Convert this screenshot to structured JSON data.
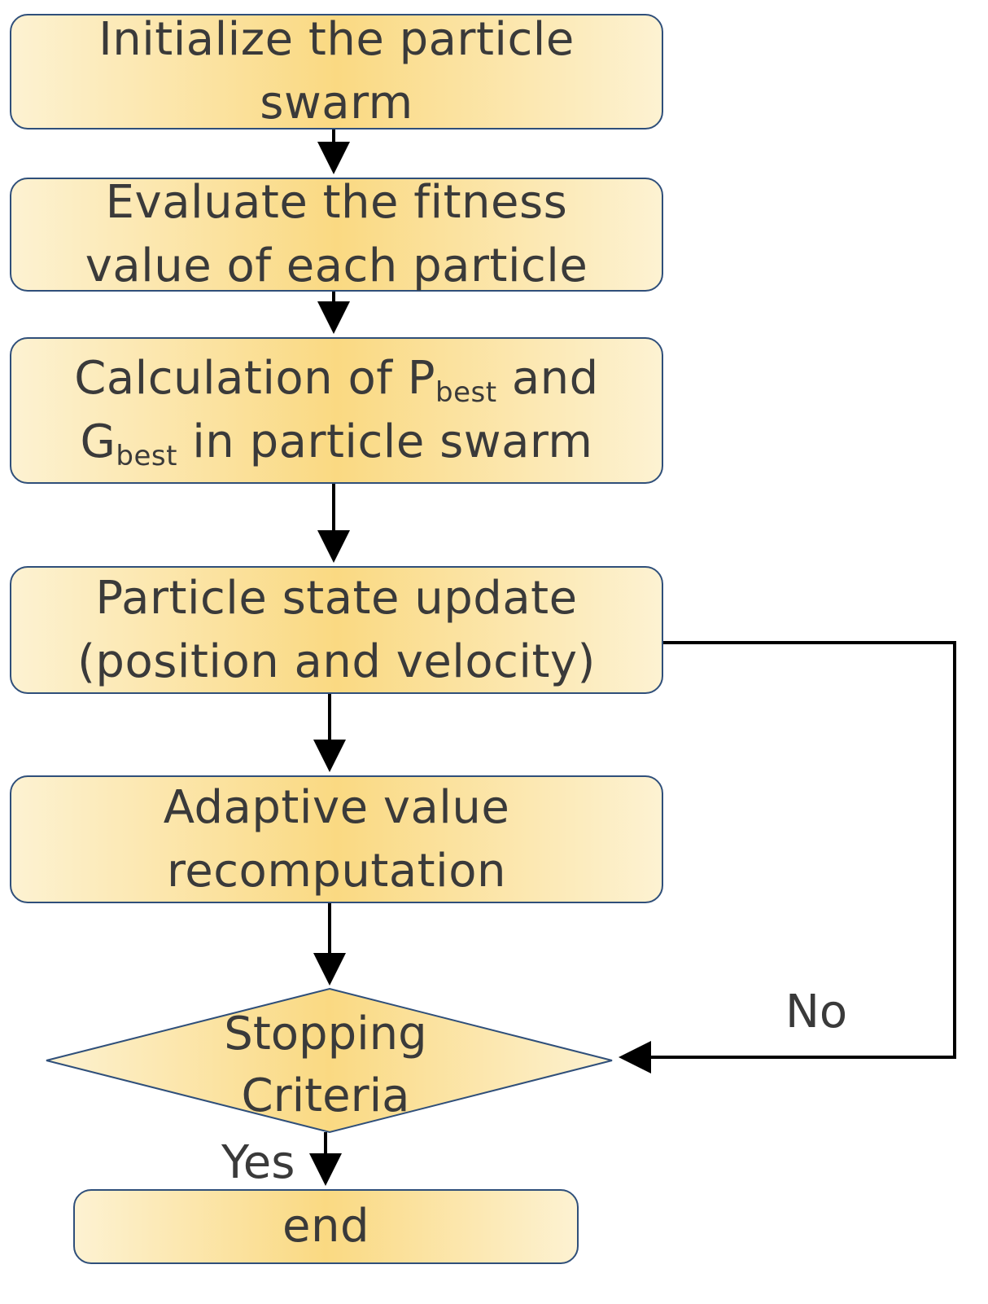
{
  "steps": {
    "init": {
      "line1": "Initialize the particle",
      "line2": "swarm"
    },
    "evaluate": {
      "line1": "Evaluate the fitness",
      "line2": "value of each particle"
    },
    "calc": {
      "p_main": "Calculation of P",
      "p_sub": "best",
      "p_tail": " and",
      "g_main": "G",
      "g_sub": "best",
      "g_tail": " in particle swarm"
    },
    "update": {
      "line1": "Particle state update",
      "line2": "(position and velocity)"
    },
    "adaptive": {
      "line1": "Adaptive value",
      "line2": "recomputation"
    },
    "decision": {
      "line1": "Stopping",
      "line2": "Criteria"
    },
    "end": {
      "label": "end"
    }
  },
  "edges": {
    "no_label": "No",
    "yes_label": "Yes"
  },
  "colors": {
    "box_fill_edge": "#fdf2d2",
    "box_fill_center": "#fad982",
    "box_border": "#2f4f7a",
    "arrow": "#000000",
    "text": "#3a3a3a"
  }
}
